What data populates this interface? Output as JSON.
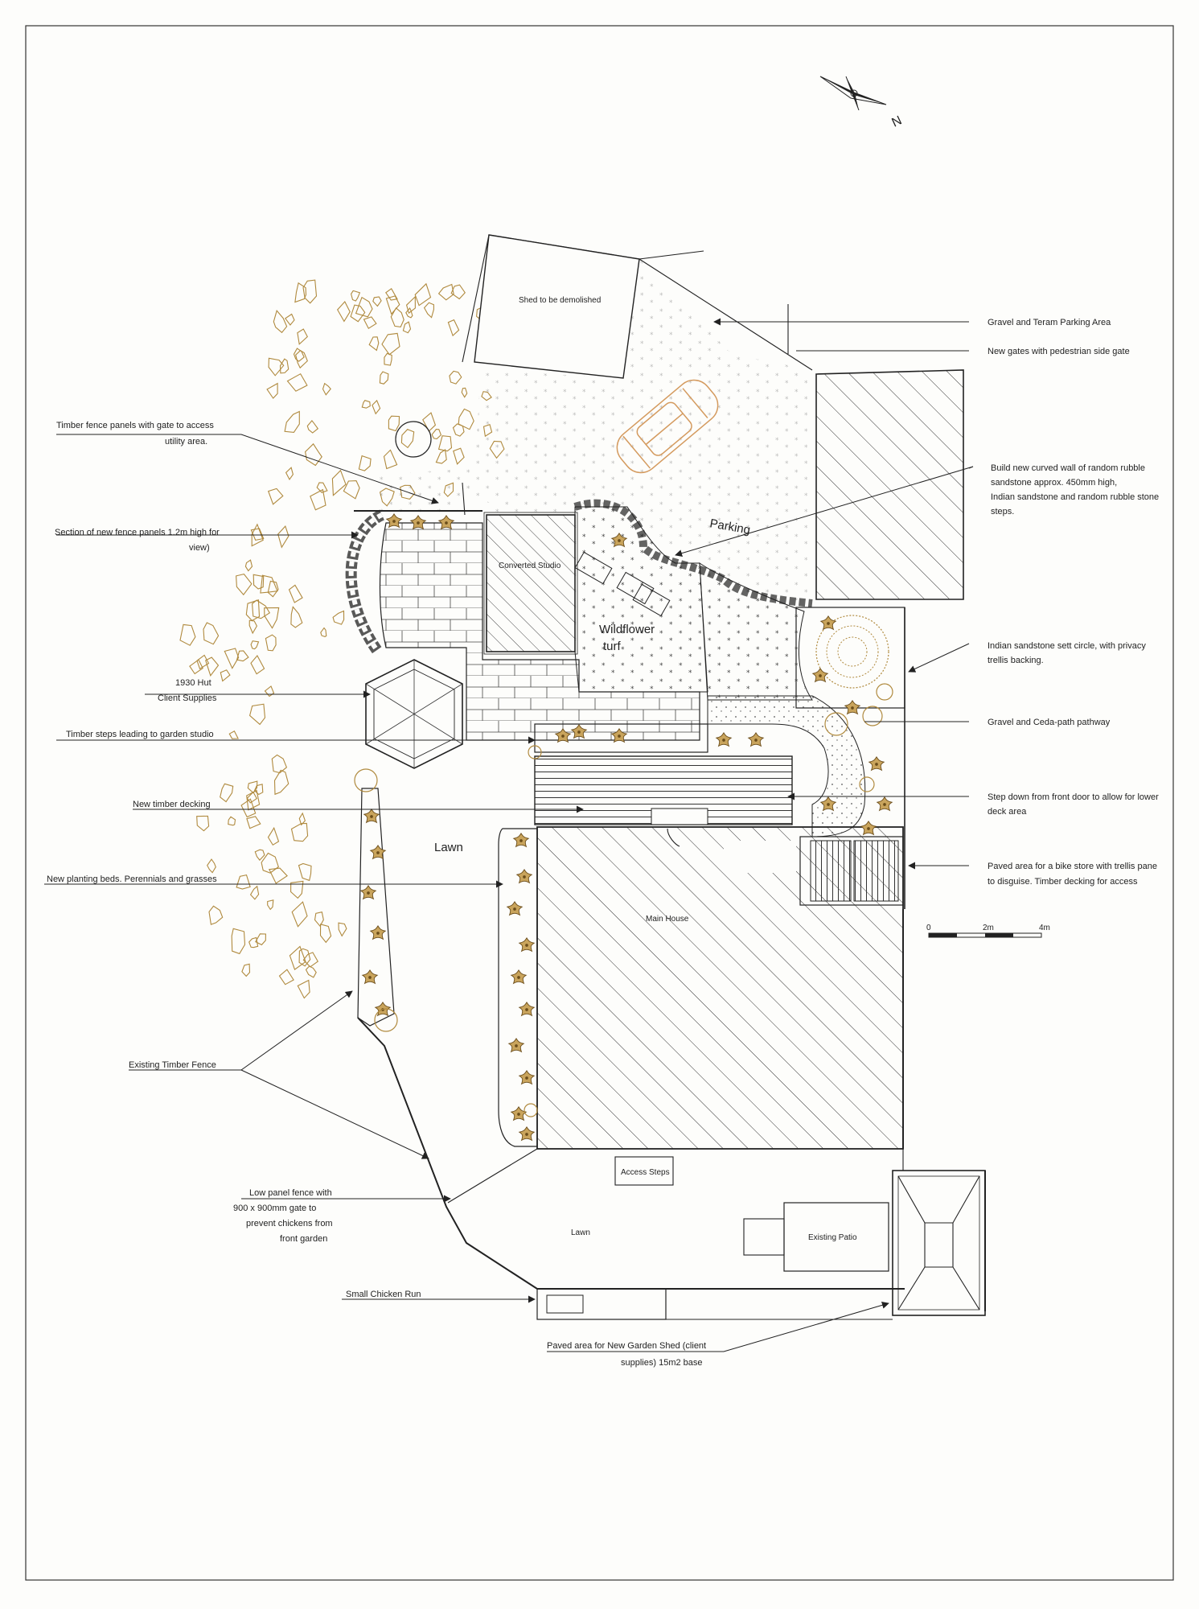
{
  "labels": {
    "shed_demolish": "Shed to be demolished",
    "gravel_parking": "Gravel and Teram Parking Area",
    "new_gates": "New gates with pedestrian side gate",
    "curved_wall_1": "Build new curved wall of random rubble",
    "curved_wall_2": "sandstone approx. 450mm high,",
    "curved_wall_3": "Indian sandstone and random rubble stone",
    "curved_wall_4": "steps.",
    "parking": "Parking",
    "converted_studio": "Converted Studio",
    "wildflower_1": "Wildflower",
    "wildflower_2": "turf",
    "timber_fence_gate_1": "Timber fence panels with gate to access",
    "timber_fence_gate_2": "utility area.",
    "section_fence_1": "Section of new fence panels 1.2m high for",
    "section_fence_2": "view)",
    "sett_circle_1": "Indian sandstone sett circle, with privacy",
    "sett_circle_2": "trellis backing.",
    "hut_1": "1930 Hut",
    "hut_2": "Client Supplies",
    "gravel_path": "Gravel and Ceda-path pathway",
    "timber_steps": "Timber steps leading to garden studio",
    "new_decking": "New timber decking",
    "step_down_1": "Step down from front door to allow for lower",
    "step_down_2": "deck area",
    "lawn": "Lawn",
    "planting_beds": "New planting beds. Perennials and grasses",
    "bike_store_1": "Paved area for a bike store with trellis pane",
    "bike_store_2": "to disguise. Timber decking for access",
    "main_house": "Main House",
    "existing_fence": "Existing Timber Fence",
    "access_steps": "Access Steps",
    "low_fence_1": "Low panel fence with",
    "low_fence_2": "900 x 900mm gate to",
    "low_fence_3": "prevent chickens from",
    "low_fence_4": "front garden",
    "lawn_lower": "Lawn",
    "existing_patio": "Existing Patio",
    "chicken_run": "Small Chicken Run",
    "shed_base_1": "Paved area for New Garden Shed (client",
    "shed_base_2": "supplies) 15m2 base",
    "north": "N",
    "scale_0": "0",
    "scale_2": "2m",
    "scale_4": "4m"
  },
  "colors": {
    "ink": "#222222",
    "planting": "#b08a3e",
    "car": "#d49a5e",
    "paper": "#fdfdfb"
  }
}
